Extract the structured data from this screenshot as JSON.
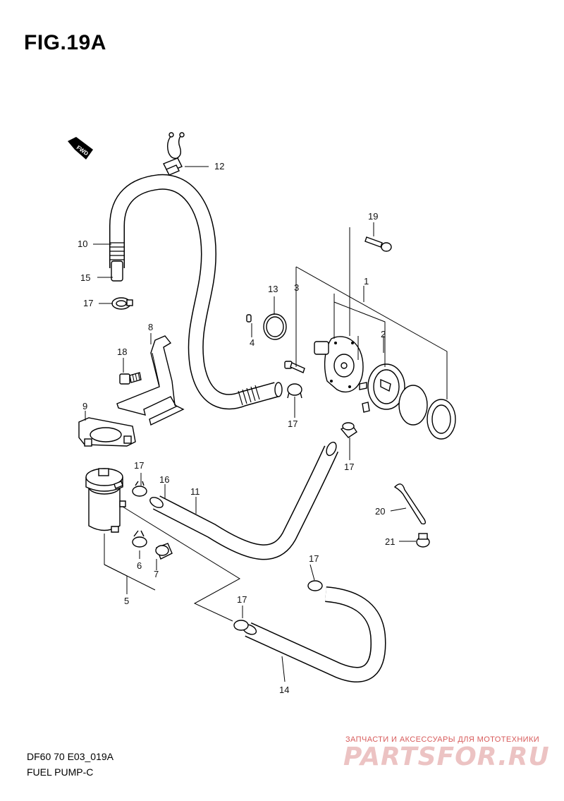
{
  "figure": {
    "title": "FIG.19A"
  },
  "footer": {
    "model_code": "DF60 70 E03_019A",
    "section_name": "FUEL PUMP-C"
  },
  "direction_arrow": {
    "label": "FWD"
  },
  "callouts": {
    "c1": "1",
    "c2": "2",
    "c3": "3",
    "c4": "4",
    "c5": "5",
    "c6": "6",
    "c7": "7",
    "c8": "8",
    "c9": "9",
    "c10": "10",
    "c11": "11",
    "c12": "12",
    "c13": "13",
    "c14": "14",
    "c15": "15",
    "c16": "16",
    "c17a": "17",
    "c17b": "17",
    "c17c": "17",
    "c17d": "17",
    "c17e": "17",
    "c17f": "17",
    "c18": "18",
    "c19": "19",
    "c20": "20",
    "c21": "21"
  },
  "watermark": {
    "tagline": "ЗАПЧАСТИ И АКСЕССУАРЫ ДЛЯ МОТОТЕХНИКИ",
    "logo": "PARTSFOR.RU"
  }
}
